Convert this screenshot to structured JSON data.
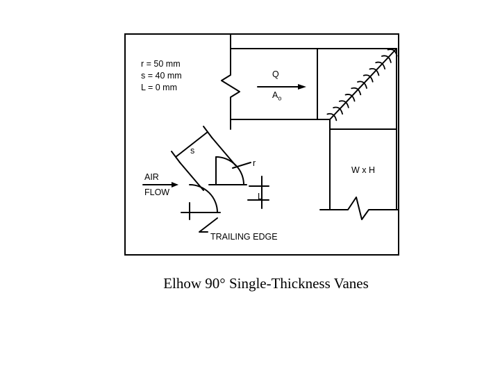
{
  "parameters": [
    "r = 50 mm",
    "s = 40 mm",
    "L = 0 mm"
  ],
  "labels": {
    "flow_q": "Q",
    "area_a": "A",
    "area_sub": "o",
    "duct_size": "W x H",
    "air": "AIR",
    "flow": "FLOW",
    "s_dim": "s",
    "r_dim": "r",
    "l_dim": "L",
    "trailing_edge": "TRAILING EDGE"
  },
  "caption": "Elhow 90° Single-Thickness Vanes",
  "colors": {
    "line": "#000000",
    "background": "#ffffff"
  }
}
